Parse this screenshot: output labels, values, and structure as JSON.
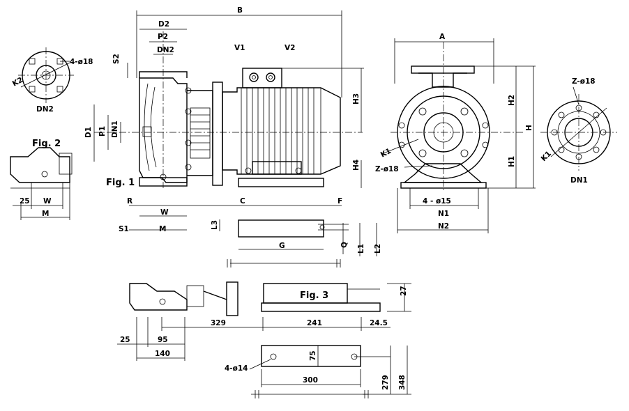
{
  "figures": {
    "fig1": "Fig. 1",
    "fig2": "Fig. 2",
    "fig3": "Fig. 3"
  },
  "labels": {
    "B": "B",
    "D2": "D2",
    "P2": "P2",
    "DN2_top": "DN2",
    "S2": "S2",
    "V1": "V1",
    "V2": "V2",
    "H3": "H3",
    "H4": "H4",
    "D1": "D1",
    "P1": "P1",
    "DN1_side": "DN1",
    "R": "R",
    "C": "C",
    "F": "F",
    "W_fig1": "W",
    "S1": "S1",
    "M_fig1": "M",
    "L3": "L3",
    "G": "G",
    "Q": "Q",
    "L1": "L1",
    "L2": "L2",
    "A": "A",
    "H": "H",
    "H1": "H1",
    "H2": "H2",
    "K1_front": "K1",
    "Z_front": "Z-ø18",
    "holes_front": "4 - ø15",
    "N1": "N1",
    "N2": "N2",
    "Z_flange": "Z-ø18",
    "K1_flange": "K1",
    "DN1_flange": "DN1",
    "holes_dn2": "4-ø18",
    "K2": "K2",
    "DN2_flange": "DN2",
    "dim25_fig2": "25",
    "W_fig2": "W",
    "M_fig2": "M"
  },
  "fig3_dims": {
    "d27": "27",
    "d329": "329",
    "d241": "241",
    "d24_5": "24.5",
    "d25": "25",
    "d95": "95",
    "d140": "140",
    "d75": "75",
    "holes": "4-ø14",
    "d300": "300",
    "d279": "279",
    "d348": "348"
  }
}
